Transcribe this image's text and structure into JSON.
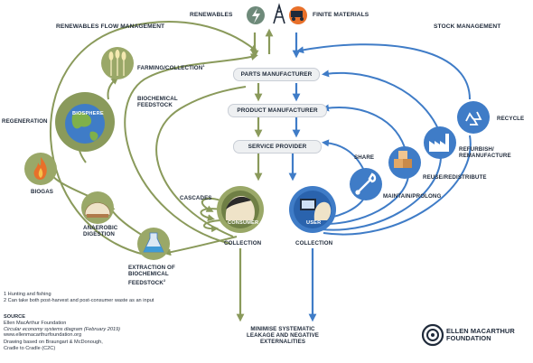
{
  "header": {
    "renewables": "RENEWABLES",
    "finite_materials": "FINITE MATERIALS",
    "renewables_flow": "RENEWABLES FLOW MANAGEMENT",
    "stock_management": "STOCK MANAGEMENT"
  },
  "center": {
    "parts_manufacturer": "PARTS MANUFACTURER",
    "product_manufacturer": "PRODUCT MANUFACTURER",
    "service_provider": "SERVICE PROVIDER"
  },
  "bio": {
    "farming": "FARMING/COLLECTION",
    "farming_sup": "1",
    "biochemical_feedstock": [
      "BIOCHEMICAL",
      "FEEDSTOCK"
    ],
    "regeneration": "REGENERATION",
    "biosphere": "BIOSPHERE",
    "biogas": "BIOGAS",
    "anaerobic": [
      "ANAEROBIC",
      "DIGESTION"
    ],
    "extraction": [
      "EXTRACTION OF",
      "BIOCHEMICAL",
      "FEEDSTOCK"
    ],
    "extraction_sup": "2",
    "cascades": "CASCADES",
    "consumer": "CONSUMER",
    "collection_left": "COLLECTION"
  },
  "tech": {
    "recycle": "RECYCLE",
    "refurbish": [
      "REFURBISH/",
      "REMANUFACTURE"
    ],
    "reuse": "REUSE/REDISTRIBUTE",
    "share": "SHARE",
    "maintain": "MAINTAIN/PROLONG",
    "user": "USER",
    "collection_right": "COLLECTION"
  },
  "bottom": {
    "minimise": [
      "MINIMISE SYSTEMATIC",
      "LEAKAGE AND NEGATIVE",
      "EXTERNALITIES"
    ]
  },
  "notes": {
    "fn1": "1 Hunting and fishing",
    "fn2": "2 Can take both post-harvest and post-consumer waste as an input",
    "source_title": "SOURCE",
    "source_org": "Ellen MacArthur Foundation",
    "source_doc": "Circular economy systems diagram (February 2019)",
    "source_url": "www.ellenmacarthurfoundation.org",
    "drawing1": "Drawing based on Braungart & McDonough,",
    "drawing2": "Cradle to Cradle (C2C)"
  },
  "logo": {
    "line1": "ELLEN MACARTHUR",
    "line2": "FOUNDATION"
  },
  "colors": {
    "green": "#8a9a5b",
    "green_dark": "#6f7f45",
    "green_fill": "#9aa868",
    "blue": "#3f7cc7",
    "blue_dark": "#2a63ad",
    "navy": "#1f2a3a",
    "orange": "#e8702a"
  },
  "icons": [
    "lightning-icon",
    "oil-derrick-icon",
    "truck-icon",
    "wheat-icon",
    "globe-icon",
    "flame-icon",
    "hut-icon",
    "flask-icon",
    "consumer-head-icon",
    "user-computer-icon",
    "wrench-icon",
    "boxes-icon",
    "factory-icon",
    "recycle-icon"
  ]
}
